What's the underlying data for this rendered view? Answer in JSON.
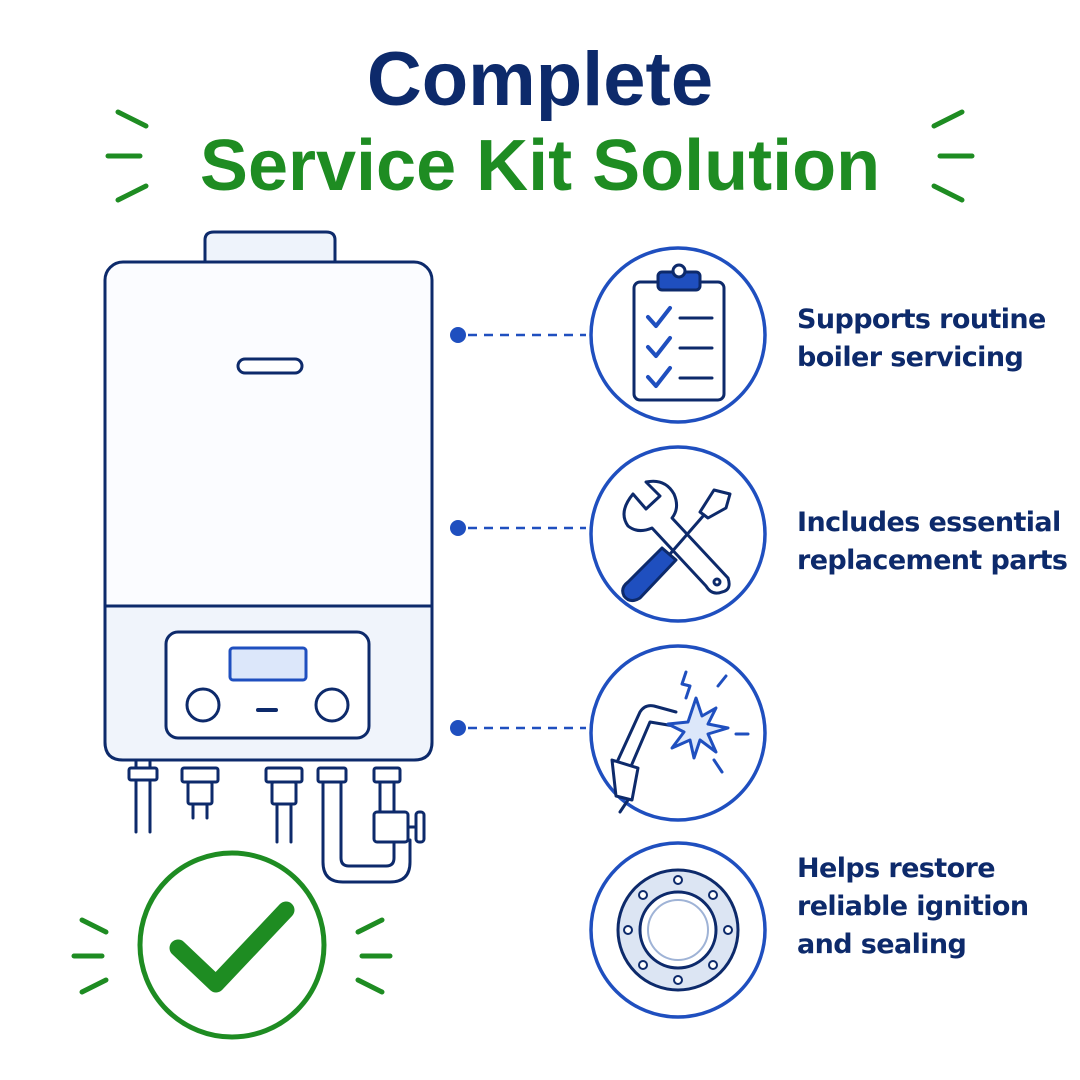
{
  "title": {
    "line1": "Complete",
    "line2": "Service Kit Solution"
  },
  "colors": {
    "navy": "#0d2a6b",
    "blue": "#1f4fbf",
    "green": "#1e8c22"
  },
  "features": [
    {
      "icon": "clipboard-checklist-icon",
      "lines": [
        "Supports routine",
        "boiler servicing"
      ]
    },
    {
      "icon": "wrench-screwdriver-icon",
      "lines": [
        "Includes essential",
        "replacement parts"
      ]
    },
    {
      "icon": "ignition-electrode-spark-icon",
      "lines": []
    },
    {
      "icon": "gasket-seal-ring-icon",
      "lines": [
        "Helps restore",
        "reliable ignition",
        "and sealing"
      ]
    }
  ]
}
